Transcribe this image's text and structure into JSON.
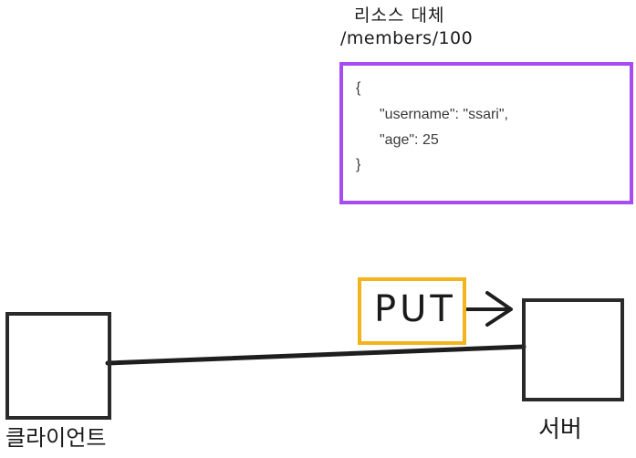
{
  "diagram": {
    "title_korean": "리소스 대체",
    "resource_path": "/members/100",
    "json_body": {
      "open_brace": "{",
      "line_username": "\"username\": \"ssari\",",
      "line_age": "\"age\": 25",
      "close_brace": "}"
    },
    "method_label": "PUT",
    "client_label": "클라이언트",
    "server_label": "서버"
  },
  "colors": {
    "json_border": "#a74cf0",
    "method_border": "#f3b41b",
    "box_border": "#2a2a2a"
  }
}
